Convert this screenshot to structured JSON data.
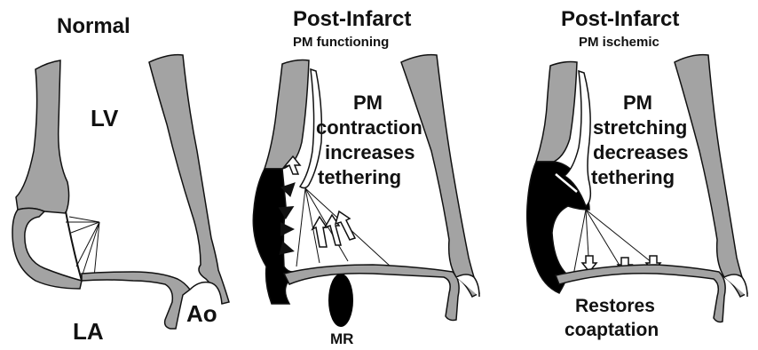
{
  "panels": {
    "normal": {
      "title": "Normal",
      "lv": "LV",
      "la": "LA",
      "ao": "Ao"
    },
    "functioning": {
      "title": "Post-Infarct",
      "subtitle": "PM functioning",
      "lines": [
        "PM",
        "contraction",
        "increases",
        "tethering"
      ],
      "bottom": "MR"
    },
    "ischemic": {
      "title": "Post-Infarct",
      "subtitle": "PM ischemic",
      "lines": [
        "PM",
        "stretching",
        "decreases",
        "tethering"
      ],
      "bottom_lines": [
        "Restores",
        "coaptation"
      ]
    }
  },
  "colors": {
    "tissue": "#a3a3a3",
    "infarct": "#000000",
    "line": "#111111",
    "background": "#ffffff"
  }
}
